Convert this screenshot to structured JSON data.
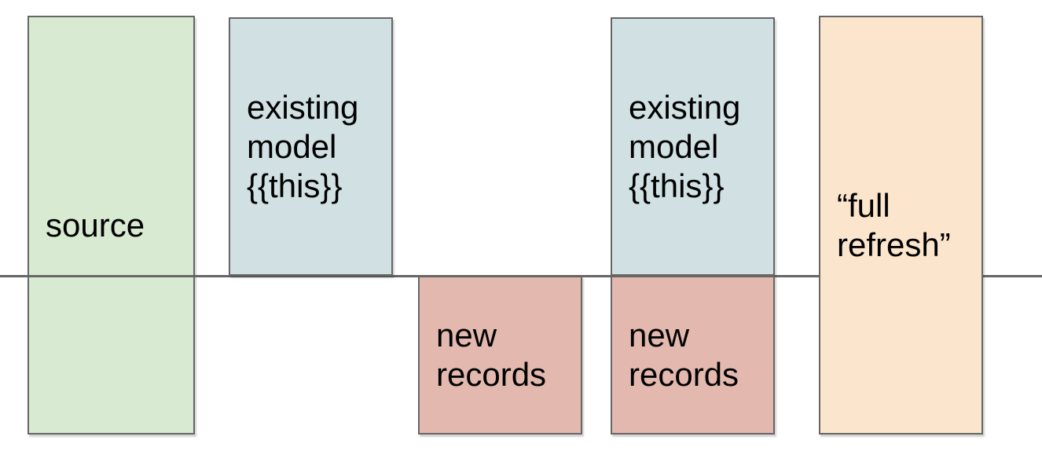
{
  "diagram": {
    "background_color": "#ffffff",
    "border_color": "#666666",
    "text_color": "#000000",
    "divider": {
      "description": "horizontal-divider-line",
      "color": "#666666"
    },
    "boxes": [
      {
        "id": "source",
        "label": "source",
        "fill": "#d9ead3",
        "position": "tall column crossing divider, far left"
      },
      {
        "id": "existing-model-left",
        "label": "existing\nmodel\n{{this}}",
        "fill": "#d0e0e3",
        "position": "above divider, second column"
      },
      {
        "id": "new-records-left",
        "label": "new\nrecords",
        "fill": "#e3b9af",
        "position": "below divider, third column"
      },
      {
        "id": "existing-model-right",
        "label": "existing\nmodel\n{{this}}",
        "fill": "#d0e0e3",
        "position": "above divider, fourth column"
      },
      {
        "id": "new-records-right",
        "label": "new\nrecords",
        "fill": "#e3b9af",
        "position": "below divider, fourth column (stacked under existing model)"
      },
      {
        "id": "full-refresh",
        "label": "“full\nrefresh”",
        "fill": "#fce5cd",
        "position": "tall column crossing divider, far right"
      }
    ]
  }
}
